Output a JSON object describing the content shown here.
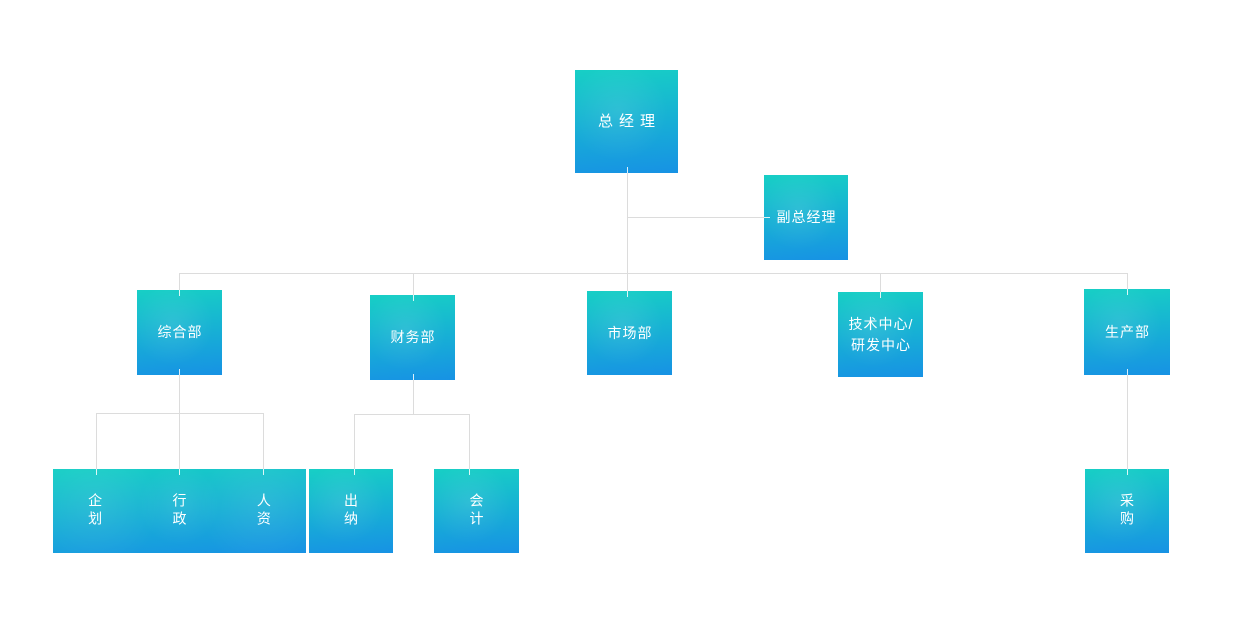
{
  "colors": {
    "box-top": "#17CFC5",
    "box-bottom": "#1792E4",
    "connector": "#DCDCDC",
    "text": "#FFFFFF",
    "page-bg": "#FFFFFF"
  },
  "nodes": {
    "general_manager": {
      "label": "总经理"
    },
    "deputy_general_manager": {
      "label": "副总经理"
    },
    "general_dept": {
      "label": "综合部"
    },
    "finance_dept": {
      "label": "财务部"
    },
    "marketing_dept": {
      "label": "市场部"
    },
    "tech_center": {
      "label": "技术中心/研发中心",
      "lines": [
        "技术中心/",
        "研发中心"
      ]
    },
    "production_dept": {
      "label": "生产部"
    },
    "planning": {
      "label": "企划"
    },
    "administration": {
      "label": "行政"
    },
    "human_resources": {
      "label": "人资"
    },
    "cashier": {
      "label": "出纳"
    },
    "accounting": {
      "label": "会计"
    },
    "procurement": {
      "label": "采购"
    }
  },
  "edges": [
    [
      "总经理",
      "副总经理"
    ],
    [
      "总经理",
      "综合部"
    ],
    [
      "总经理",
      "财务部"
    ],
    [
      "总经理",
      "市场部"
    ],
    [
      "总经理",
      "技术中心/研发中心"
    ],
    [
      "总经理",
      "生产部"
    ],
    [
      "综合部",
      "企划"
    ],
    [
      "综合部",
      "行政"
    ],
    [
      "综合部",
      "人资"
    ],
    [
      "财务部",
      "出纳"
    ],
    [
      "财务部",
      "会计"
    ],
    [
      "生产部",
      "采购"
    ]
  ]
}
